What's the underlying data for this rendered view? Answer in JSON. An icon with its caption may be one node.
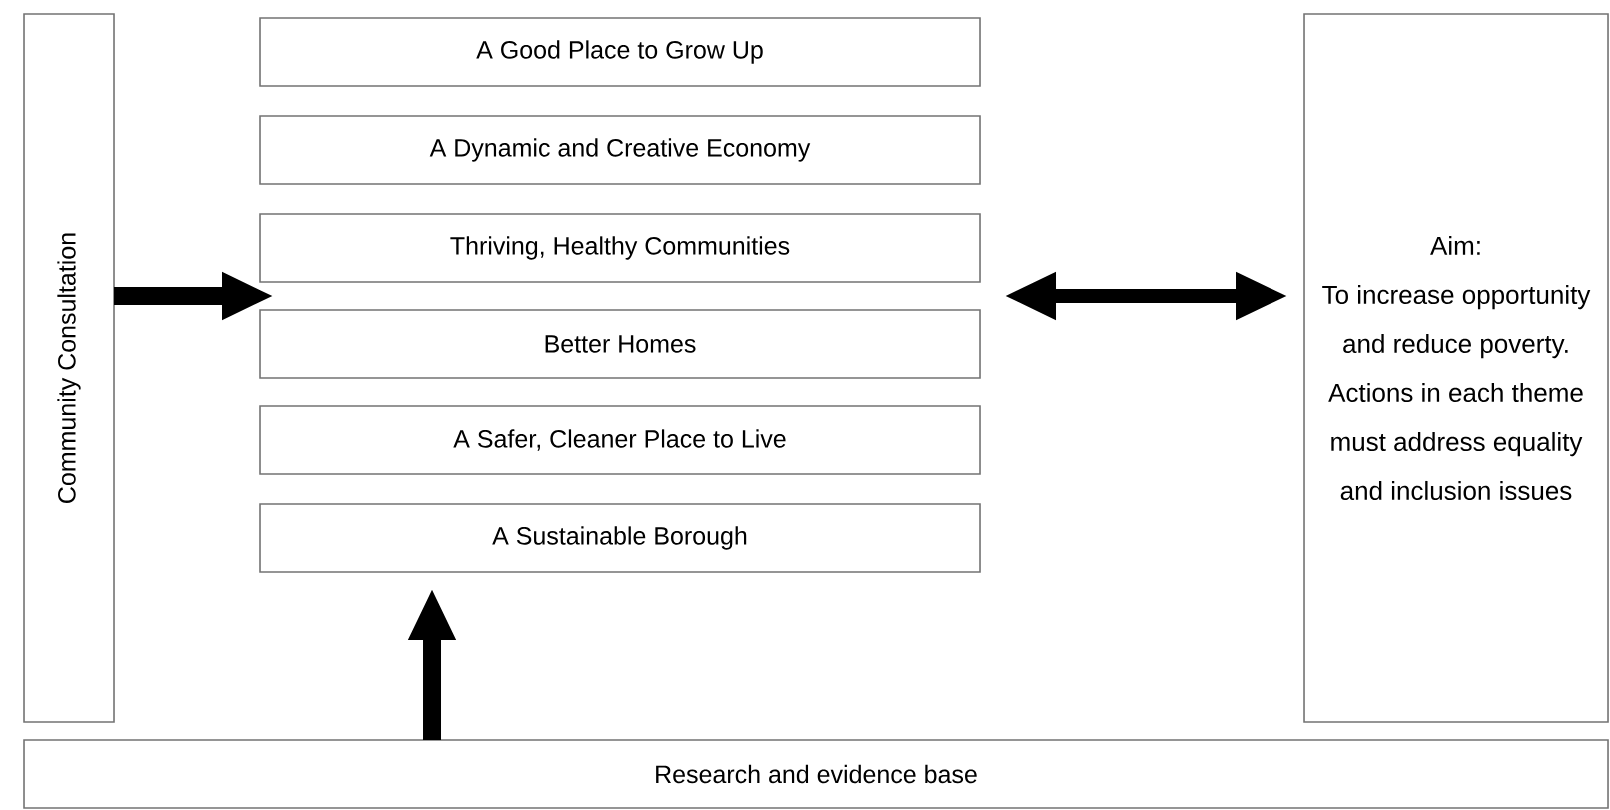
{
  "diagram": {
    "nodes": [
      {
        "text": [
          "Community Consultation"
        ]
      },
      {
        "text": [
          "A Good Place to Grow Up"
        ]
      },
      {
        "text": [
          "A Dynamic and Creative Economy"
        ]
      },
      {
        "text": [
          "Thriving, Healthy Communities"
        ]
      },
      {
        "text": [
          "Better Homes"
        ]
      },
      {
        "text": [
          "A Safer, Cleaner Place to Live"
        ]
      },
      {
        "text": [
          "A Sustainable Borough"
        ]
      },
      {
        "text": [
          "Aim:",
          "To increase opportunity and reduce poverty. Actions in each theme must address equality and inclusion issues"
        ]
      },
      {
        "text": [
          "Research and evidence base"
        ]
      }
    ],
    "edges": [
      {
        "from": 0,
        "to": 3,
        "arrow": "to"
      },
      {
        "from": 3,
        "to": 7,
        "arrow": "both"
      },
      {
        "from": 8,
        "to": 6,
        "arrow": "to"
      }
    ]
  }
}
